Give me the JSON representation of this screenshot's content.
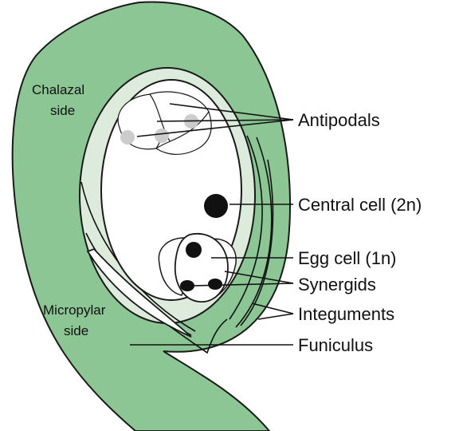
{
  "labels": {
    "chalazal_line1": "Chalazal",
    "chalazal_line2": "side",
    "micropylar_line1": "Micropylar",
    "micropylar_line2": "side",
    "antipodals": "Antipodals",
    "central_cell": "Central cell (2n)",
    "egg_cell": "Egg cell (1n)",
    "synergids": "Synergids",
    "integuments": "Integuments",
    "funiculus": "Funiculus"
  },
  "colors": {
    "tissue": "#8cc694",
    "tissue_light": "#dcebdc",
    "outline": "#1a1a1a",
    "nucleus": "#111111",
    "antipodal_nucleus": "#cccccc"
  }
}
